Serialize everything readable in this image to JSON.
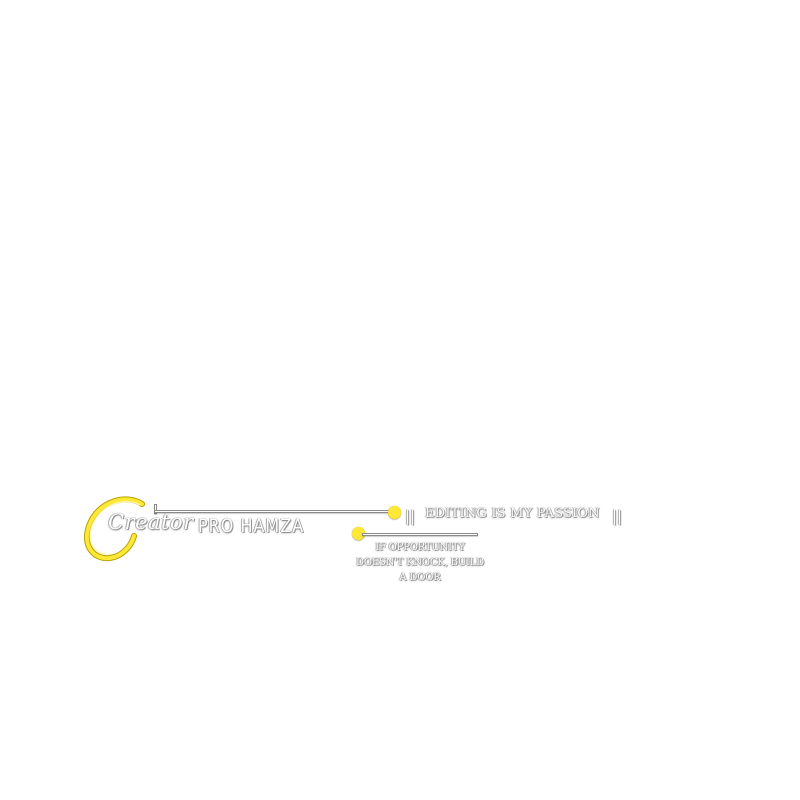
{
  "watermark": {
    "script_word": "Creator",
    "brand_name": "PRO HAMZA",
    "separator": "||",
    "tagline": "EDITING IS MY PASSION",
    "quote_lines": [
      "IF OPPORTUNITY",
      "DOESN'T KNOCK, BUILD",
      "A DOOR"
    ]
  },
  "colors": {
    "background": "#ffffff",
    "accent_yellow": "#fde837",
    "text_fill": "#ffffff",
    "text_outline": "#8a8a8a"
  }
}
